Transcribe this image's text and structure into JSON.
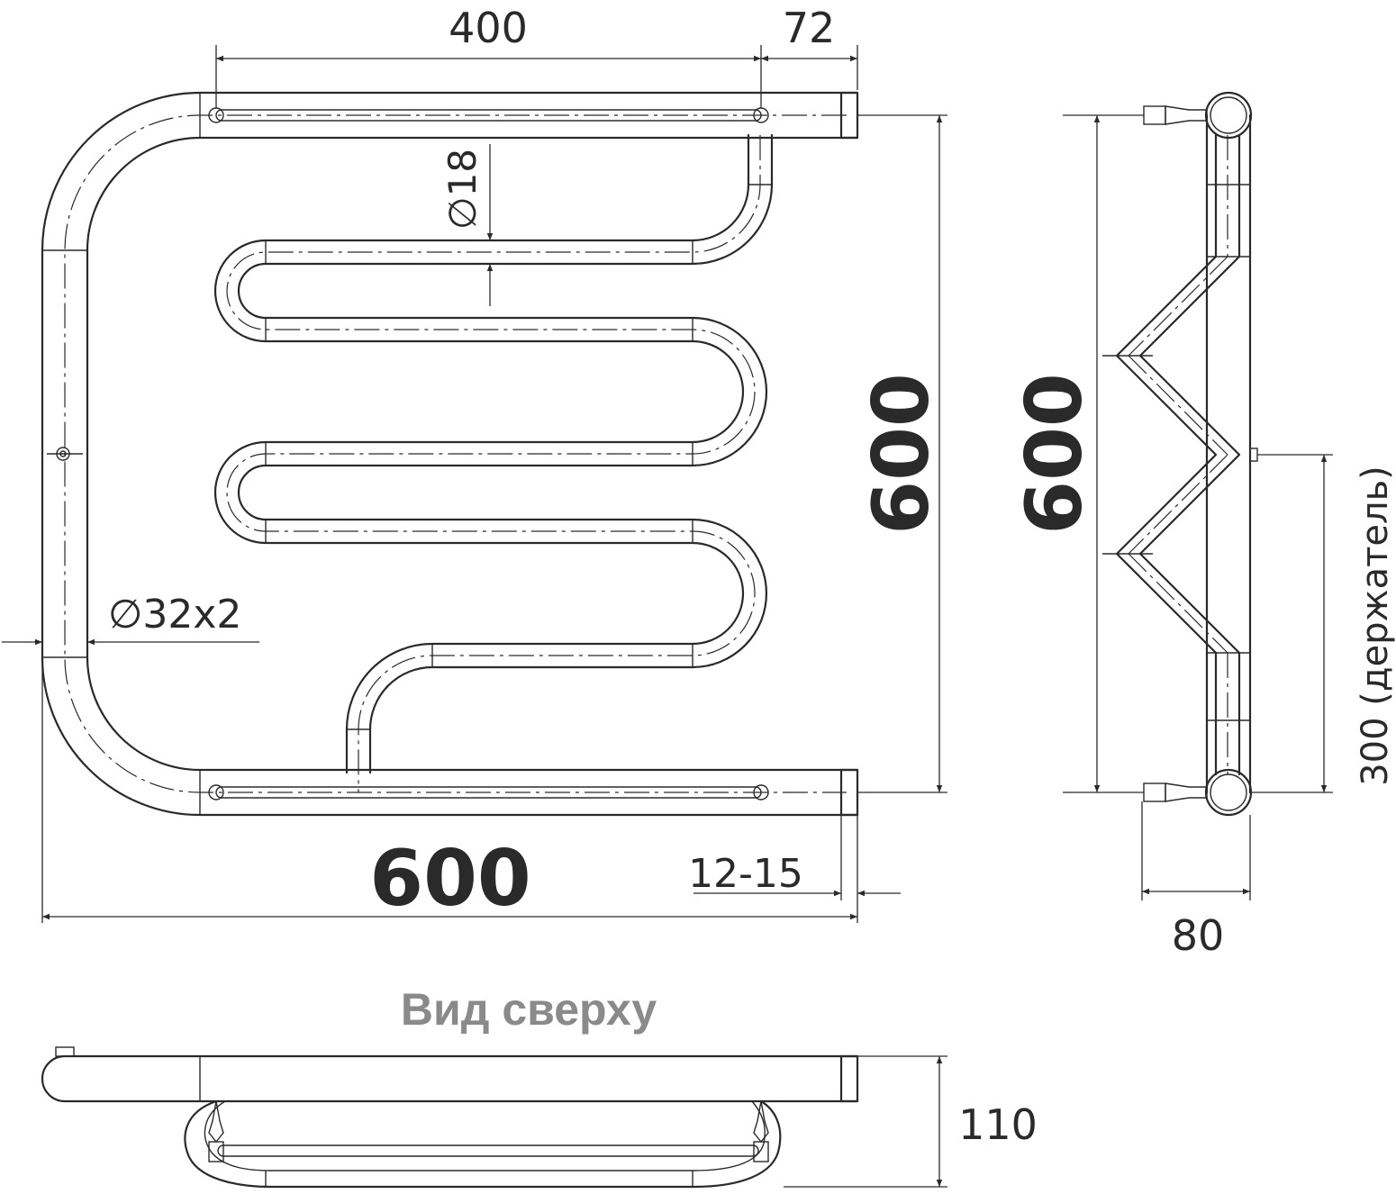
{
  "front_view": {
    "dim_top_width": "400",
    "dim_top_offset": "72",
    "dim_small_pipe": "∅18",
    "dim_main_pipe": "∅32x2",
    "dim_height": "600",
    "dim_width": "600",
    "dim_wall_gap": "12-15"
  },
  "side_view": {
    "dim_height": "600",
    "dim_holder": "300 (держатель)",
    "dim_depth": "80"
  },
  "top_view": {
    "title": "Вид сверху",
    "dim_depth": "110"
  },
  "colors": {
    "line": "#2a2a2a",
    "title_grey": "#8a8a8a"
  }
}
